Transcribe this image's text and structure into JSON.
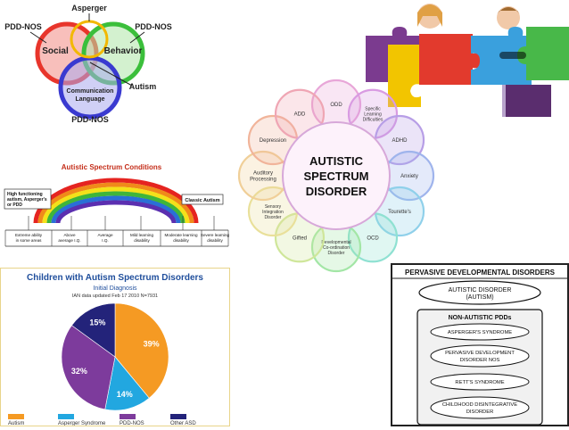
{
  "venn": {
    "circles": [
      {
        "label": "Social",
        "color": "#e8352b"
      },
      {
        "label": "Behavior",
        "color": "#3bbf3b"
      },
      {
        "label": "Communication Language",
        "line1": "Communication",
        "line2": "Language",
        "color": "#3a3ad0"
      }
    ],
    "outer_labels": {
      "top": "Asperger",
      "top_left": "PDD-NOS",
      "top_right": "PDD-NOS",
      "bottom": "PDD-NOS",
      "center_pointer": "Autism"
    }
  },
  "puzzle": {
    "colors": {
      "purple": "#7b3b8f",
      "yellow": "#f2c500",
      "red": "#e23a2d",
      "blue": "#3aa0dd",
      "green": "#48b849"
    }
  },
  "rainbow": {
    "title": "Autistic Spectrum Conditions",
    "left_box": "High functioning autism, Asperger's or PDD",
    "left_box_lines": [
      "High functioning",
      "autism, Asperger's",
      "or PDD"
    ],
    "right_box": "Classic Autism",
    "scale": [
      {
        "text": "Extreme ability in some areas",
        "l1": "Extreme ability",
        "l2": "in some areas"
      },
      {
        "text": "Above average I.Q.",
        "l1": "Above",
        "l2": "average I.Q."
      },
      {
        "text": "Average I.Q.",
        "l1": "Average",
        "l2": "I.Q."
      },
      {
        "text": "Mild learning disability",
        "l1": "Mild learning",
        "l2": "disability"
      },
      {
        "text": "Moderate learning disability",
        "l1": "Moderate learning",
        "l2": "disability"
      },
      {
        "text": "Severe learning disability",
        "l1": "Severe learning",
        "l2": "disability"
      }
    ]
  },
  "asd_wheel": {
    "center_lines": [
      "AUTISTIC",
      "SPECTRUM",
      "DISORDER"
    ],
    "nodes": [
      {
        "l": [
          "ODD"
        ]
      },
      {
        "l": [
          "Specific",
          "Learning",
          "Difficulties"
        ]
      },
      {
        "l": [
          "ADHD"
        ]
      },
      {
        "l": [
          "Anxiety"
        ]
      },
      {
        "l": [
          "Tourette's"
        ]
      },
      {
        "l": [
          "OCD"
        ]
      },
      {
        "l": [
          "Developmental",
          "Co-ordination",
          "Disorder"
        ]
      },
      {
        "l": [
          "Gifted"
        ]
      },
      {
        "l": [
          "Sensory",
          "Integration",
          "Disorder"
        ]
      },
      {
        "l": [
          "Auditory",
          "Processing"
        ]
      },
      {
        "l": [
          "Depression"
        ]
      },
      {
        "l": [
          "ADD"
        ]
      }
    ]
  },
  "pie": {
    "title": "Children with Autism Spectrum Disorders",
    "subtitle": "Initial Diagnosis",
    "note": "IAN data updated Feb 17 2010 N=7931"
  },
  "chart_data": {
    "type": "pie",
    "title": "Children with Autism Spectrum Disorders",
    "subtitle": "Initial Diagnosis",
    "categories": [
      "Autism",
      "Asperger Syndrome",
      "PDD-NOS",
      "Other ASD"
    ],
    "values": [
      39,
      14,
      32,
      15
    ],
    "labels": [
      "39%",
      "14%",
      "32%",
      "15%"
    ],
    "colors": [
      "#f59a23",
      "#22a7e0",
      "#7d3b9c",
      "#23237a"
    ],
    "legend": "bottom"
  },
  "pdd": {
    "title": "PERVASIVE DEVELOPMENTAL DISORDERS",
    "autistic_l1": "AUTISTIC DISORDER",
    "autistic_l2": "(AUTISM)",
    "non_title": "NON-AUTISTIC PDDs",
    "items": [
      {
        "l1": "ASPERGER'S SYNDROME"
      },
      {
        "l1": "PERVASIVE DEVELOPMENT",
        "l2": "DISORDER NOS"
      },
      {
        "l1": "RETT'S SYNDROME"
      },
      {
        "l1": "CHILDHOOD DISINTEGRATIVE",
        "l2": "DISORDER"
      }
    ]
  }
}
